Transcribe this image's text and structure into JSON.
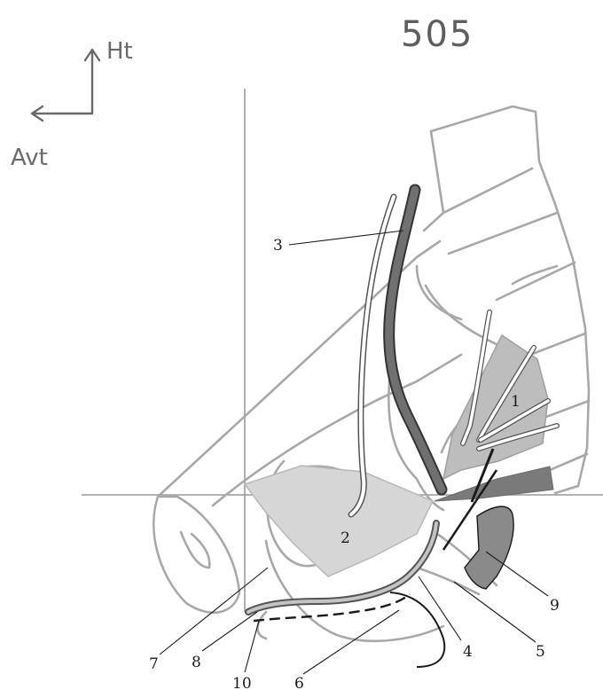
{
  "figure": {
    "number": "505",
    "orientation": {
      "up_label": "Ht",
      "left_label": "Avt"
    }
  },
  "labels": [
    {
      "id": "1",
      "text": "1"
    },
    {
      "id": "2",
      "text": "2"
    },
    {
      "id": "3",
      "text": "3"
    },
    {
      "id": "4",
      "text": "4"
    },
    {
      "id": "5",
      "text": "5"
    },
    {
      "id": "6",
      "text": "6"
    },
    {
      "id": "7",
      "text": "7"
    },
    {
      "id": "8",
      "text": "8"
    },
    {
      "id": "9",
      "text": "9"
    },
    {
      "id": "10",
      "text": "10"
    }
  ],
  "colors": {
    "outline": "#a8a8a8",
    "axis": "#9a9a9a",
    "fill_light": "#d6d6d6",
    "fill_mid": "#bdbdbd",
    "fill_dark": "#7a7a7a",
    "vessel_dark": "#707070",
    "ink": "#1a1a1a"
  }
}
